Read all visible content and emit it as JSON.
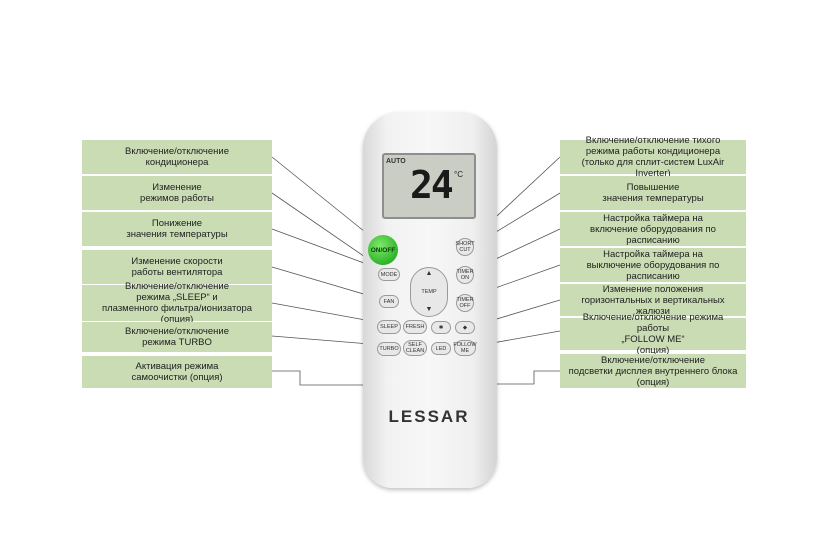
{
  "left_labels": [
    "Включение/отключение\nкондиционера",
    "Изменение\nрежимов работы",
    "Понижение\nзначения температуры",
    "Изменение скорости\nработы вентилятора",
    "Включение/отключение\nрежима „SLEEP“ и\nплазменного фильтра/ионизатора (опция)",
    "Включение/отключение\nрежима TURBO",
    "Активация режима\nсамоочистки (опция)"
  ],
  "right_labels": [
    "Включение/отключение тихого\nрежима работы кондиционера\n(только для сплит-систем LuxAir Inverter)",
    "Повышение\nзначения температуры",
    "Настройка таймера на\nвключение оборудования по расписанию",
    "Настройка таймера на\nвыключение оборудования по расписанию",
    "Изменение положения\nгоризонтальных и вертикальных жалюзи",
    "Включение/отключение режима работы\n„FOLLOW ME“\n(опция)",
    "Включение/отключение\nподсветки дисплея внутреннего блока\n(опция)"
  ],
  "remote": {
    "brand": "LESSAR",
    "lcd_mode": "AUTO",
    "lcd_temp": "24",
    "lcd_unit": "°C",
    "buttons": {
      "onoff": "ON/OFF",
      "mode": "MODE",
      "fan": "FAN",
      "temp": "TEMP",
      "sleep": "SLEEP",
      "fresh": "FRESH",
      "turbo": "TURBO",
      "self_clean": "SELF\nCLEAN",
      "short_cut": "SHORT\nCUT",
      "timer_on": "TIMER\nON",
      "timer_off": "TIMER\nOFF",
      "led": "LED",
      "follow_me": "FOLLOW\nME"
    }
  },
  "colors": {
    "label_bg": "#c9dcb3",
    "line": "#555555",
    "onoff_green": "#2fb52a"
  }
}
